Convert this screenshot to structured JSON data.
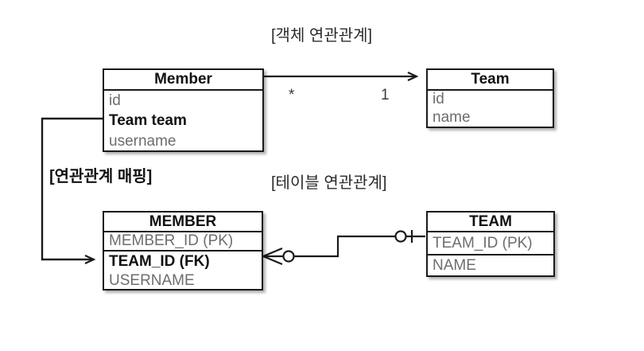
{
  "diagram": {
    "title_object_relation": "[객체 연관관계]",
    "title_mapping": "[연관관계 매핑]",
    "title_table_relation": "[테이블 연관관계]",
    "colors": {
      "line": "#1a1a1a",
      "box_border": "#1a1a1a",
      "header_text": "#111111",
      "field_text": "#6d6d6d",
      "field_text_strong": "#111111",
      "caption_text": "#2b2b2b",
      "background": "#ffffff"
    },
    "object_model": {
      "member": {
        "header": "Member",
        "fields": [
          {
            "label": "id",
            "style": "normal"
          },
          {
            "label": "Team team",
            "style": "strong"
          },
          {
            "label": "username",
            "style": "normal"
          }
        ]
      },
      "team": {
        "header": "Team",
        "fields": [
          {
            "label": "id",
            "style": "normal"
          },
          {
            "label": "name",
            "style": "normal"
          }
        ]
      },
      "association": {
        "source_multiplicity": "*",
        "target_multiplicity": "1",
        "direction": "Member -> Team"
      }
    },
    "table_model": {
      "member": {
        "header": "MEMBER",
        "fields": [
          {
            "label": "MEMBER_ID (PK)",
            "style": "normal"
          },
          {
            "label": "TEAM_ID (FK)",
            "style": "strong"
          },
          {
            "label": "USERNAME",
            "style": "normal"
          }
        ]
      },
      "team": {
        "header": "TEAM",
        "fields": [
          {
            "label": "TEAM_ID (PK)",
            "style": "normal"
          },
          {
            "label": "NAME",
            "style": "normal"
          }
        ]
      },
      "relationship": {
        "left_notation": "crows-foot-zero-or-many",
        "right_notation": "zero-or-one"
      }
    }
  }
}
